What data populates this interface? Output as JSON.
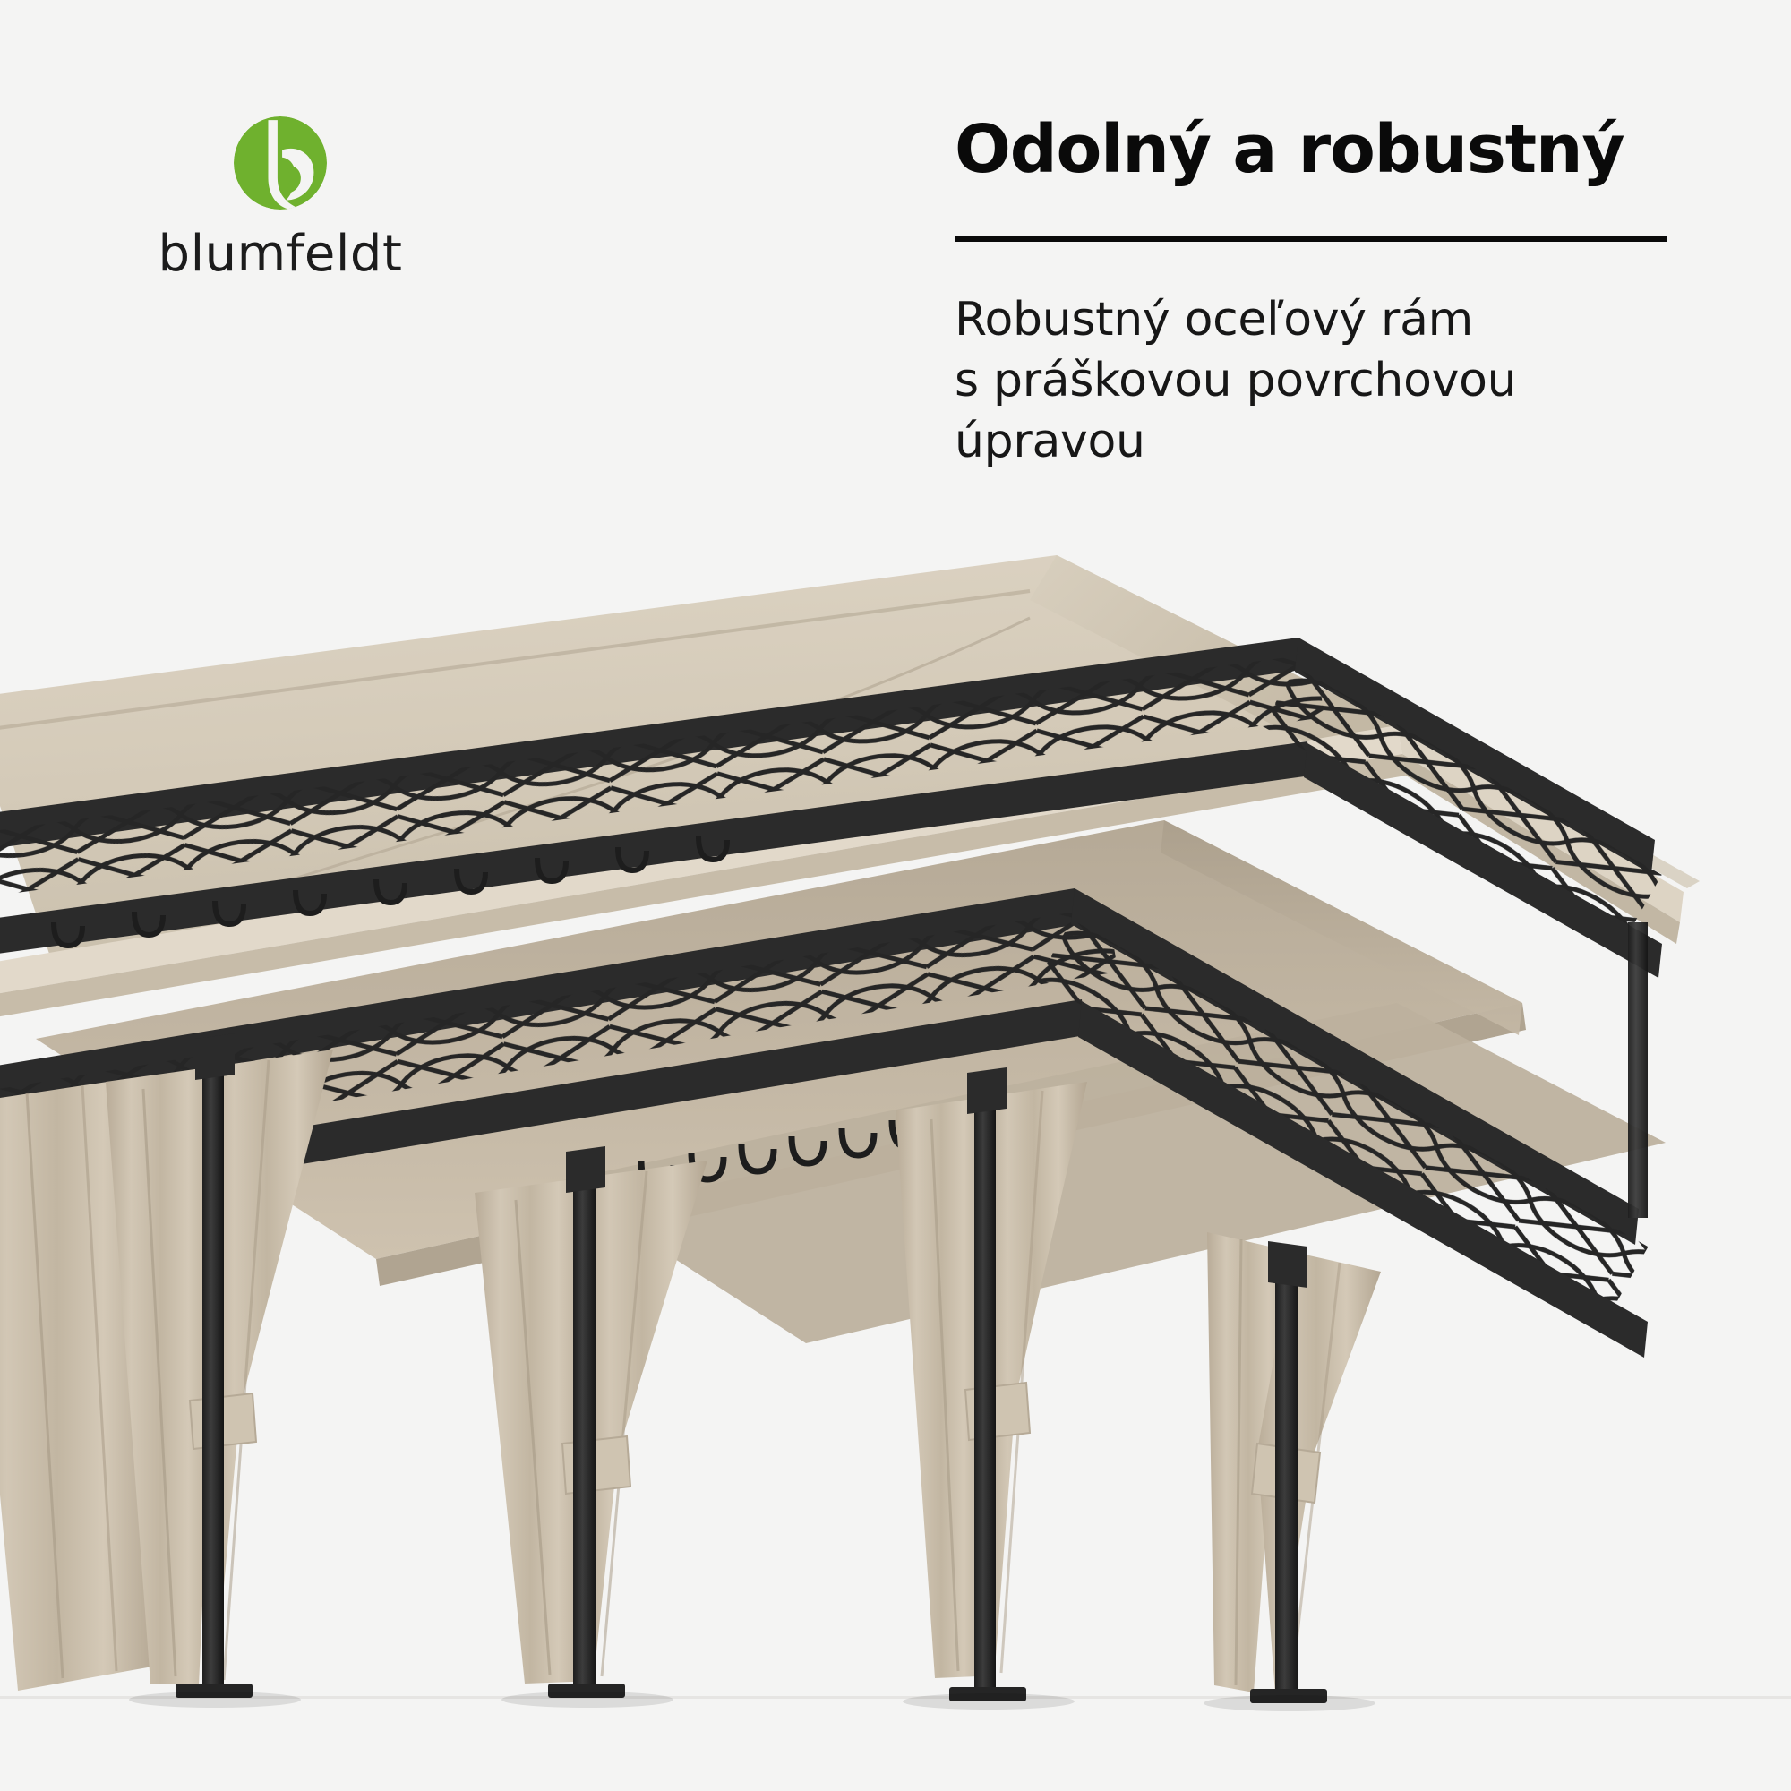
{
  "background_color": "#f4f4f3",
  "brand": {
    "name": "blumfeldt",
    "logo_icon": "blumfeldt-leaf-circle-icon",
    "logo_color": "#6fb12e",
    "wordmark_color": "#1c1c1c"
  },
  "copy": {
    "headline": "Odolný a robustný",
    "divider_color": "#0a0a0a",
    "subcopy_lines": [
      "Robustný oceľový rám",
      "s práškovou povrchovou",
      "úpravou"
    ],
    "headline_color": "#0a0a0a",
    "subcopy_color": "#171717"
  },
  "product": {
    "name": "garden-gazebo-pavilion",
    "canopy_color": "#d6ccbb",
    "canopy_shade_color": "#c4b9a6",
    "canopy_underside_color": "#b3a795",
    "curtain_color": "#cfc3b0",
    "curtain_shade_color": "#b7aa96",
    "frame_color": "#2b2b2b",
    "frame_highlight_color": "#4a4a4a",
    "ground_line_color": "#e6e5e3",
    "parts": [
      "canopy-roof",
      "decorative-scroll-valance",
      "steel-posts",
      "curtain-panels",
      "curtain-hooks",
      "curtain-tiebacks",
      "base-plates"
    ]
  }
}
